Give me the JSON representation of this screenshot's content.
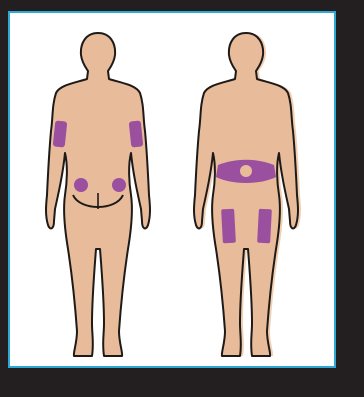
{
  "colors": {
    "page_background": "#231f20",
    "frame_border": "#2ea9d6",
    "panel_background": "#ffffff",
    "skin": "#e8bc9a",
    "skin_shadow": "#f2cfb1",
    "outline": "#1e1a18",
    "injection_site": "#9b4f9f"
  },
  "figures": [
    {
      "view": "back",
      "sites": [
        "left-upper-arm",
        "right-upper-arm",
        "left-buttock",
        "right-buttock"
      ]
    },
    {
      "view": "front",
      "sites": [
        "abdomen",
        "left-thigh",
        "right-thigh"
      ]
    }
  ]
}
